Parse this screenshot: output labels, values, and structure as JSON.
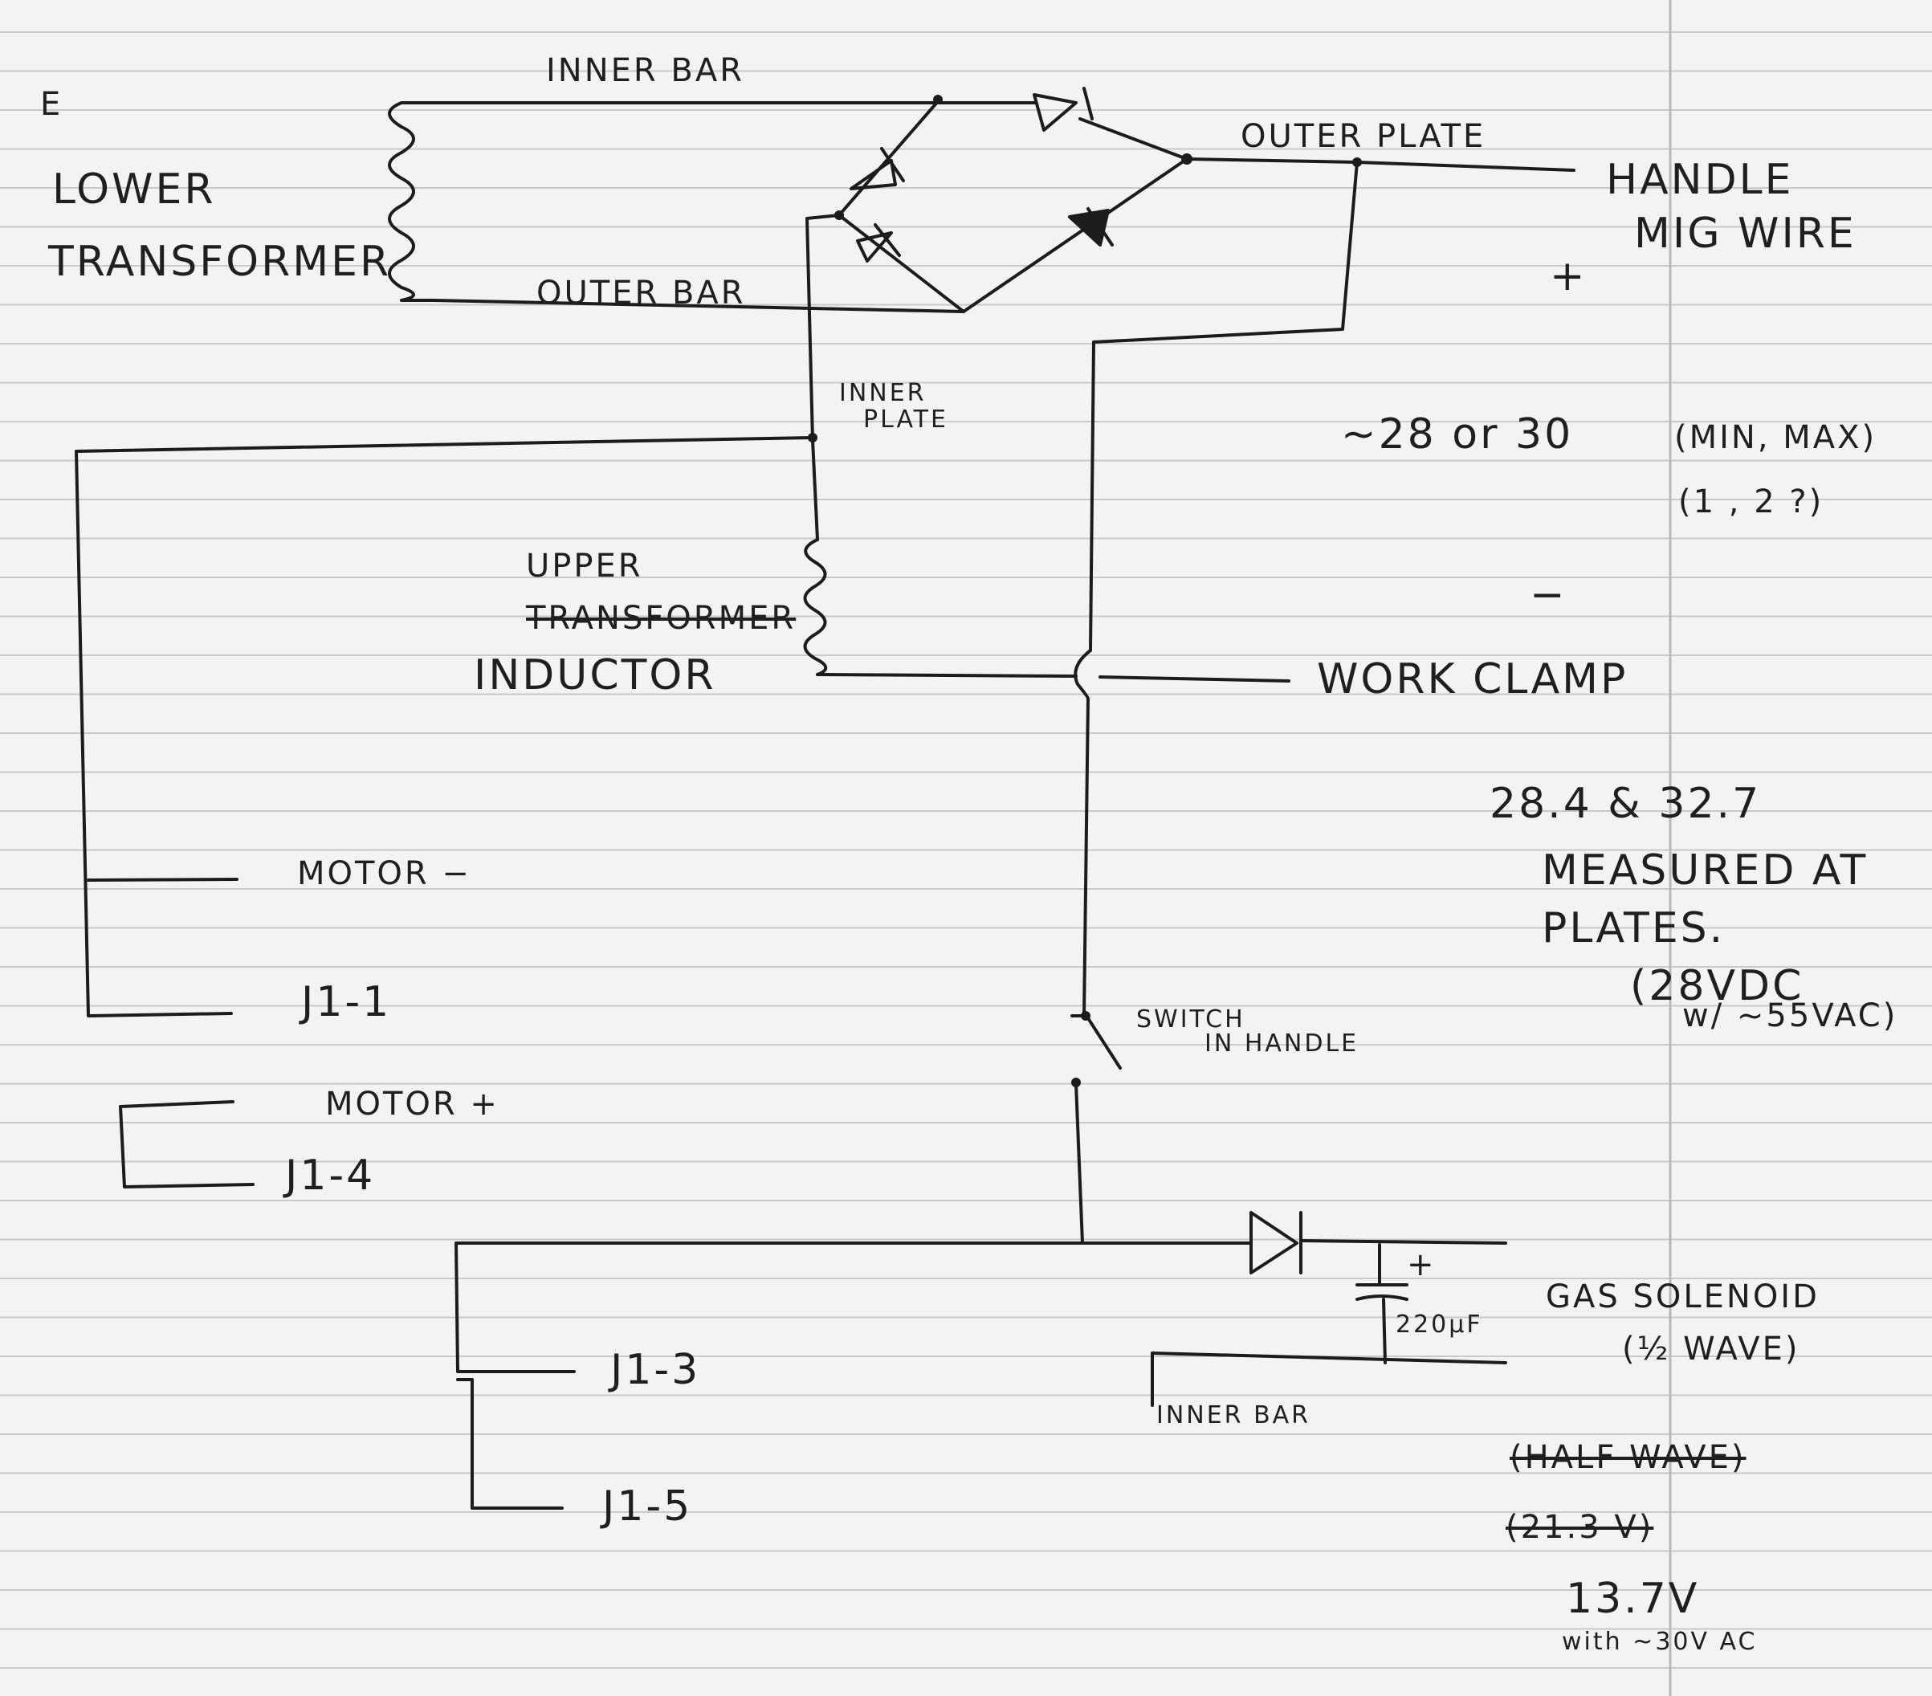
{
  "labels": {
    "corner_mark": "E",
    "lower_transformer_1": "LOWER",
    "lower_transformer_2": "TRANSFORMER",
    "inner_bar_top": "INNER BAR",
    "outer_bar": "OUTER BAR",
    "outer_plate": "OUTER PLATE",
    "handle": "HANDLE",
    "mig_wire": "MIG WIRE",
    "plus": "+",
    "minus": "−",
    "inner_plate_1": "INNER",
    "inner_plate_2": "PLATE",
    "upper": "UPPER",
    "transformer_struck": "TRANSFORMER",
    "inductor": "INDUCTOR",
    "work_clamp": "WORK CLAMP",
    "voltage_note": "~28 or 30",
    "min_max": "(MIN, MAX)",
    "one_two": "(1 , 2 ?)",
    "measured_values": "28.4 & 32.7",
    "measured_at": "MEASURED AT",
    "plates": "PLATES.",
    "vdc_note": "(28VDC",
    "vac_note": "w/ ~55VAC)",
    "motor_minus": "MOTOR −",
    "j1_1": "J1-1",
    "motor_plus": "MOTOR +",
    "j1_4": "J1-4",
    "switch_1": "SWITCH",
    "switch_2": "IN HANDLE",
    "cap_plus": "+",
    "cap_value": "220µF",
    "gas_solenoid": "GAS SOLENOID",
    "half_wave": "(½ WAVE)",
    "j1_3": "J1-3",
    "j1_5": "J1-5",
    "inner_bar_bottom": "INNER BAR",
    "struck_1": "(HALF WAVE)",
    "struck_2": "(21.3 V)",
    "voltage_137": "13.7V",
    "with_30v_ac": "with ~30V AC"
  }
}
